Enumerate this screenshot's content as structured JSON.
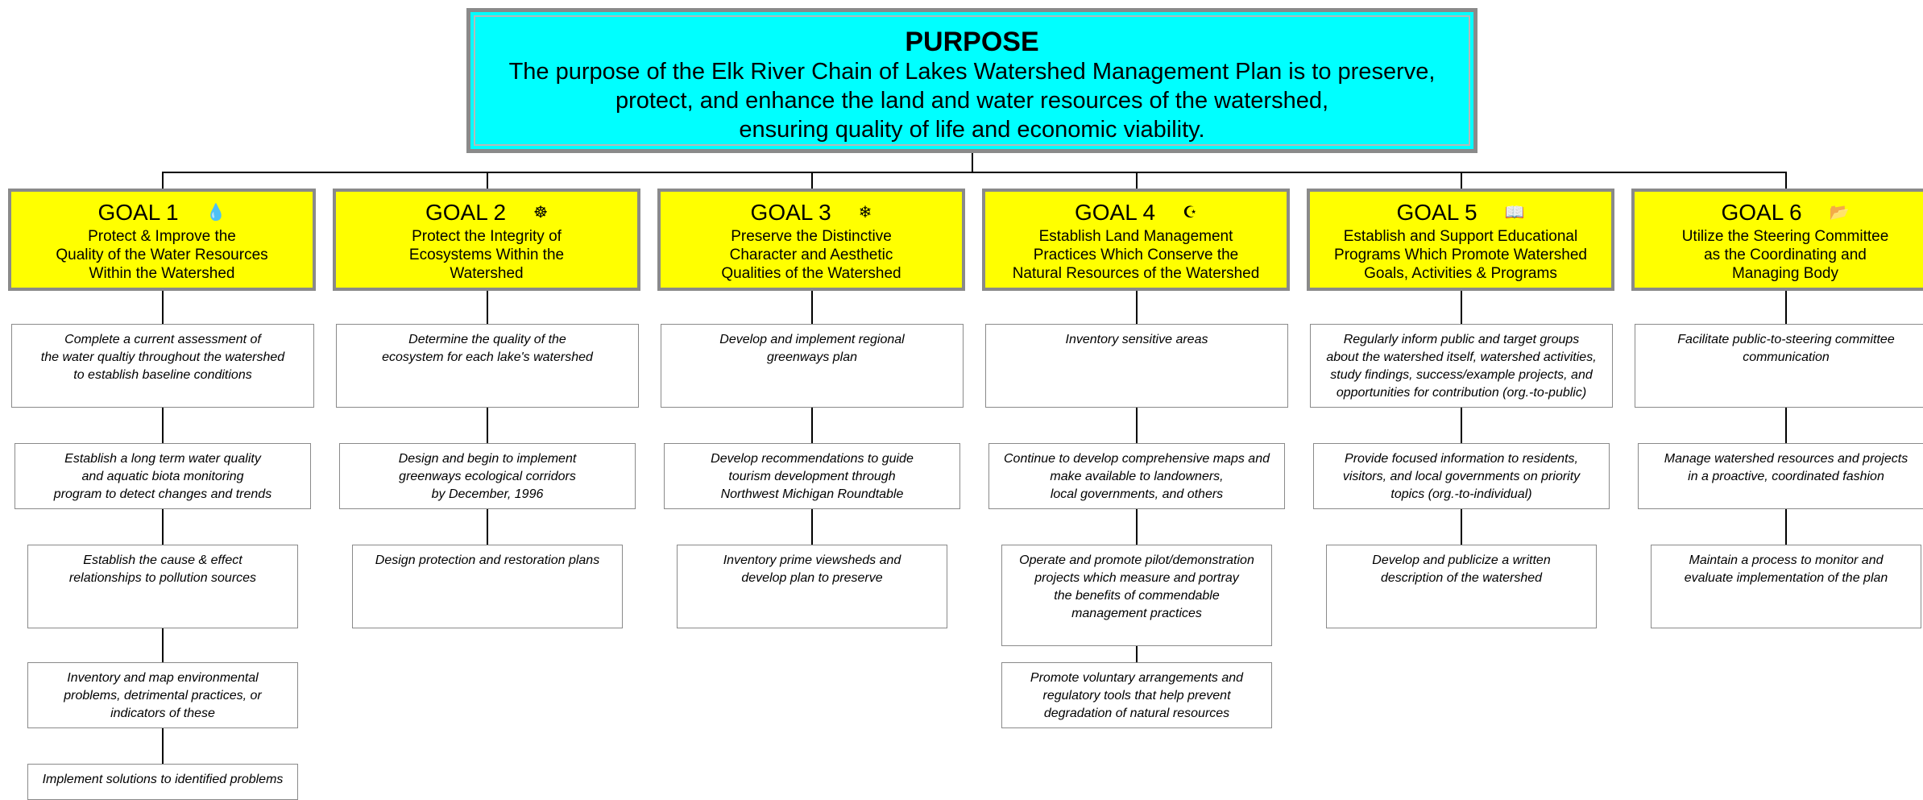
{
  "purpose": {
    "title": "PURPOSE",
    "lines": [
      "The purpose of the Elk River Chain of Lakes Watershed Management Plan is to preserve,",
      "protect, and enhance the land and water resources of the watershed,",
      "ensuring quality of life and economic viability."
    ]
  },
  "goals": [
    {
      "label": "GOAL 1",
      "icon": "droplet-icon",
      "glyph": "💧",
      "desc": [
        "Protect & Improve the",
        "Quality of the Water Resources",
        "Within the Watershed"
      ],
      "objectives": [
        [
          "Complete a current assessment of",
          "the water qualtiy throughout the watershed",
          "to establish baseline conditions"
        ],
        [
          "Establish a long term water quality",
          "and aquatic biota monitoring",
          "program to detect changes and trends"
        ],
        [
          "Establish the cause & effect",
          "relationships to pollution sources"
        ],
        [
          "Inventory and map environmental",
          "problems, detrimental practices, or",
          "indicators of these"
        ],
        [
          "Implement solutions to identified problems"
        ]
      ]
    },
    {
      "label": "GOAL 2",
      "icon": "wheel-icon",
      "glyph": "☸",
      "desc": [
        "Protect the Integrity of",
        "Ecosystems Within the",
        "Watershed"
      ],
      "objectives": [
        [
          "Determine the quality of the",
          "ecosystem for each lake's watershed"
        ],
        [
          "Design and begin to implement",
          "greenways ecological corridors",
          "by December, 1996"
        ],
        [
          "Design protection and restoration plans"
        ]
      ]
    },
    {
      "label": "GOAL 3",
      "icon": "snowflake-icon",
      "glyph": "❄",
      "desc": [
        "Preserve the Distinctive",
        "Character and Aesthetic",
        "Qualities of the Watershed"
      ],
      "objectives": [
        [
          "Develop and implement regional",
          "greenways plan"
        ],
        [
          "Develop recommendations to guide",
          "tourism development through",
          "Northwest Michigan Roundtable"
        ],
        [
          "Inventory prime viewsheds and",
          "develop plan to preserve"
        ]
      ]
    },
    {
      "label": "GOAL 4",
      "icon": "crescent-star-icon",
      "glyph": "☪",
      "desc": [
        "Establish Land Management",
        "Practices Which Conserve the",
        "Natural Resources of the Watershed"
      ],
      "objectives": [
        [
          "Inventory sensitive areas"
        ],
        [
          "Continue to develop comprehensive maps and",
          "make available to landowners,",
          "local governments, and others"
        ],
        [
          "Operate and promote pilot/demonstration",
          "projects which measure and portray",
          "the benefits of commendable",
          "management practices"
        ],
        [
          "Promote voluntary arrangements and",
          "regulatory tools that help prevent",
          "degradation of natural resources"
        ]
      ]
    },
    {
      "label": "GOAL 5",
      "icon": "open-book-icon",
      "glyph": "📖",
      "desc": [
        "Establish and Support Educational",
        "Programs Which Promote Watershed",
        "Goals, Activities & Programs"
      ],
      "objectives": [
        [
          "Regularly inform public and target groups",
          "about the watershed itself, watershed activities,",
          "study findings, success/example projects, and",
          "opportunities for contribution (org.-to-public)"
        ],
        [
          "Provide focused information to residents,",
          "visitors, and local governments on priority",
          "topics (org.-to-individual)"
        ],
        [
          "Develop and publicize a written",
          "description of the watershed"
        ]
      ]
    },
    {
      "label": "GOAL 6",
      "icon": "open-folder-icon",
      "glyph": "📂",
      "desc": [
        "Utilize the Steering Committee",
        "as the Coordinating and",
        "Managing Body"
      ],
      "objectives": [
        [
          "Facilitate public-to-steering committee",
          "communication"
        ],
        [
          "Manage watershed resources and projects",
          "in a proactive, coordinated fashion"
        ],
        [
          "Maintain a process to monitor and",
          "evaluate implementation of the plan"
        ]
      ]
    }
  ]
}
